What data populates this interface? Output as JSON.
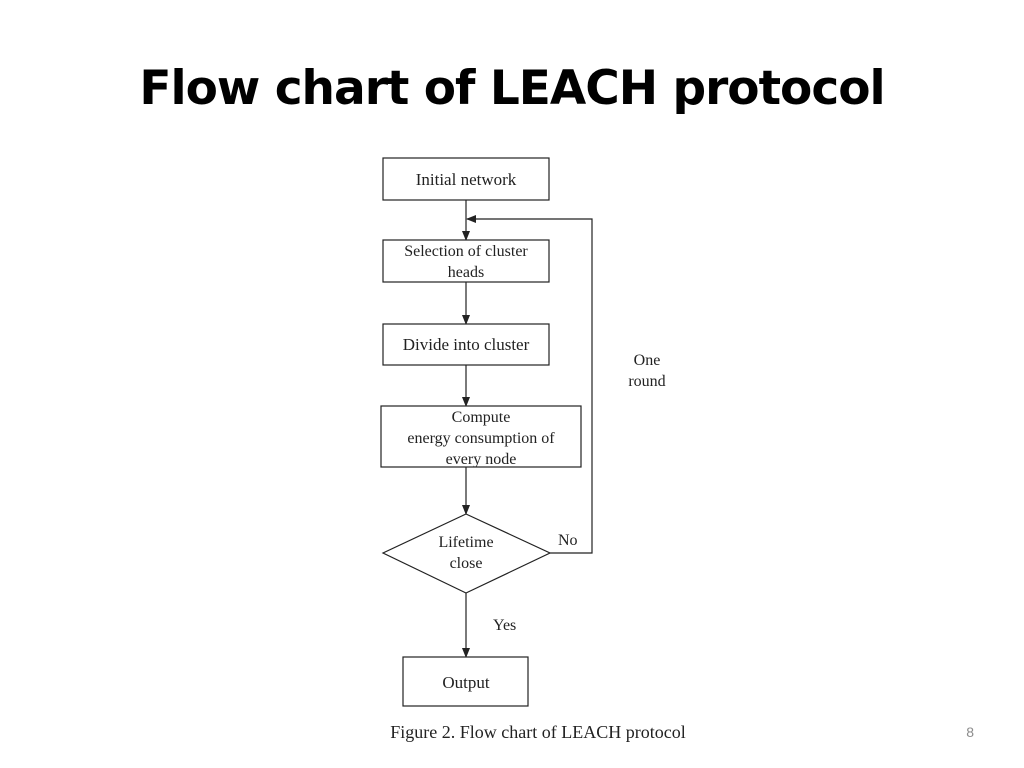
{
  "slide": {
    "title": "Flow chart of LEACH protocol",
    "page_number": "8"
  },
  "flowchart": {
    "nodes": {
      "initial": "Initial network",
      "selection": [
        "Selection of cluster",
        "heads"
      ],
      "divide": "Divide into cluster",
      "compute": [
        "Compute",
        "energy consumption of",
        "every node"
      ],
      "decision": [
        "Lifetime",
        "close"
      ],
      "output": "Output"
    },
    "edge_labels": {
      "no": "No",
      "yes": "Yes",
      "loop": [
        "One",
        "round"
      ]
    },
    "caption": "Figure  2. Flow chart of LEACH protocol"
  }
}
